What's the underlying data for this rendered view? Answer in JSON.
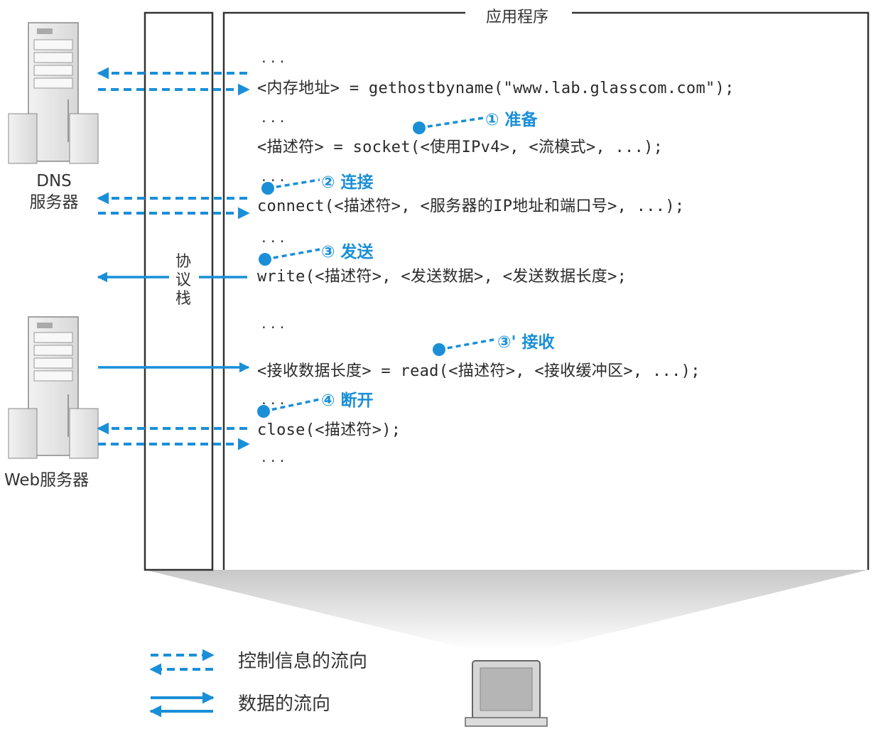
{
  "app_label": "应用程序",
  "protocol_stack_label": [
    "协",
    "议",
    "栈"
  ],
  "dns_server_label": [
    "DNS",
    "服务器"
  ],
  "web_server_label": "Web服务器",
  "code_lines": {
    "dots1": "...",
    "gethost": "<内存地址> = gethostbyname(\"www.lab.glasscom.com\");",
    "dots2": "...",
    "socket": "<描述符> = socket(<使用IPv4>, <流模式>, ...);",
    "dots3": "...",
    "connect": "connect(<描述符>, <服务器的IP地址和端口号>, ...);",
    "dots4": "...",
    "write": "write(<描述符>, <发送数据>, <发送数据长度>;",
    "dots5": "...",
    "read": "<接收数据长度> = read(<描述符>, <接收缓冲区>, ...);",
    "dots6": "...",
    "close": "close(<描述符>);",
    "dots7": "..."
  },
  "steps": {
    "prepare": "① 准备",
    "connect": "② 连接",
    "send": "③ 发送",
    "receive": "③' 接收",
    "disconnect": "④ 断开"
  },
  "legend": {
    "control": "控制信息的流向",
    "data": "数据的流向"
  },
  "colors": {
    "accent": "#1a8fd8",
    "frame": "#333333"
  }
}
